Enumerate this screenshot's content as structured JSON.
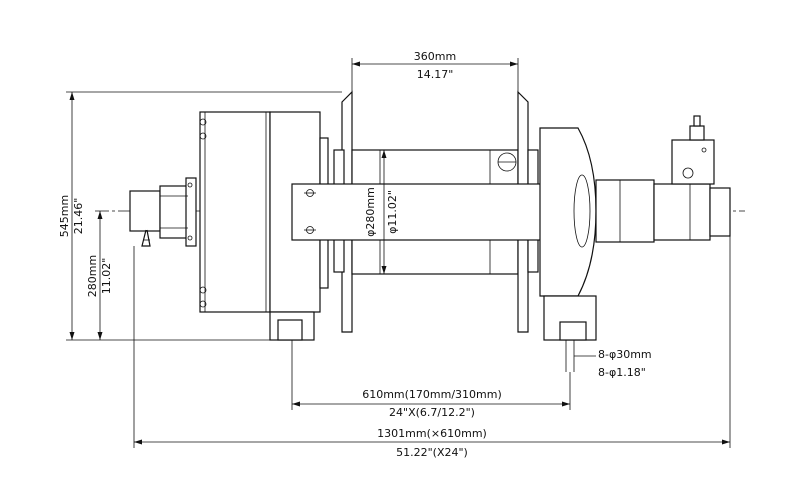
{
  "dimensions": {
    "drum_width_mm": "360mm",
    "drum_width_in": "14.17\"",
    "height_mm": "545mm",
    "height_in": "21.46\"",
    "center_height_mm": "280mm",
    "center_height_in": "11.02\"",
    "drum_dia_mm": "φ280mm",
    "drum_dia_in": "φ11.02\"",
    "mount_holes_mm": "8-φ30mm",
    "mount_holes_in": "8-φ1.18\"",
    "mount_span_mm": "610mm(170mm/310mm)",
    "mount_span_in": "24\"X(6.7/12.2\")",
    "overall_length_mm": "1301mm(×610mm)",
    "overall_length_in": "51.22\"(X24\")"
  }
}
